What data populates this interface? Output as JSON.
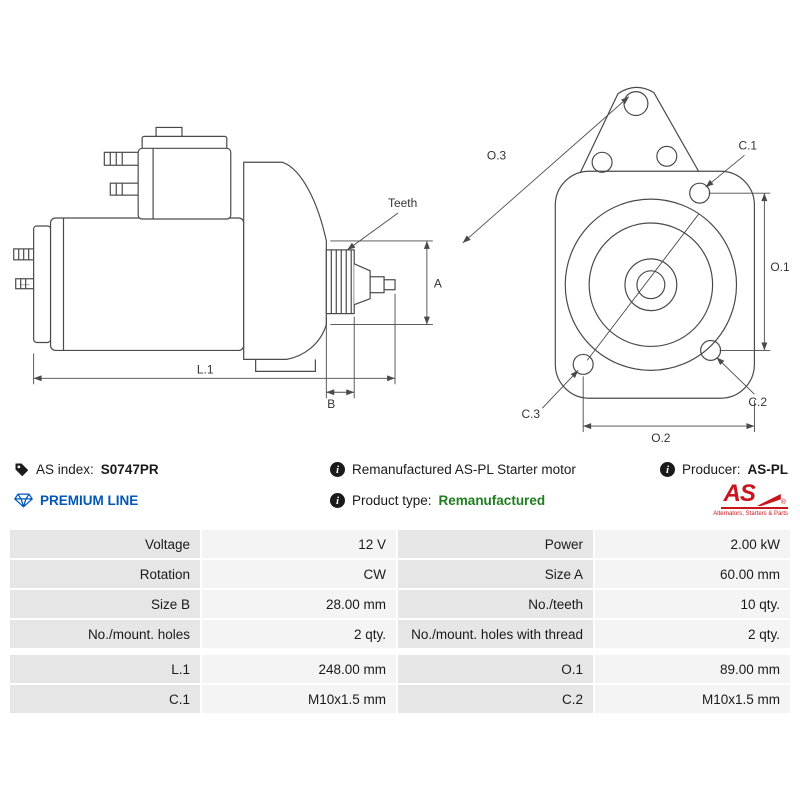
{
  "info": {
    "as_index": {
      "label": "AS index:",
      "value": "S0747PR"
    },
    "description": "Remanufactured AS-PL Starter motor",
    "producer": {
      "label": "Producer:",
      "value": "AS-PL"
    },
    "premium_line": "PREMIUM LINE",
    "product_type": {
      "label": "Product type:",
      "value": "Remanufactured"
    },
    "logo": {
      "text": "AS",
      "reg": "®",
      "subtext": "Alternators, Starters & Parts"
    }
  },
  "diagram": {
    "labels": {
      "teeth": "Teeth",
      "a": "A",
      "b": "B",
      "l1": "L.1",
      "o1": "O.1",
      "o2": "O.2",
      "o3": "O.3",
      "c1": "C.1",
      "c2": "C.2",
      "c3": "C.3"
    }
  },
  "colors": {
    "accent_blue": "#0057b8",
    "accent_green": "#1e7d1e",
    "logo_red": "#c8161d",
    "table_label_bg": "#e6e6e6",
    "table_value_bg": "#f4f4f4",
    "diagram_stroke": "#4a4a4a"
  },
  "table": {
    "rows": [
      [
        "Voltage",
        "12 V",
        "Power",
        "2.00 kW"
      ],
      [
        "Rotation",
        "CW",
        "Size A",
        "60.00 mm"
      ],
      [
        "Size B",
        "28.00 mm",
        "No./teeth",
        "10 qty."
      ],
      [
        "No./mount. holes",
        "2 qty.",
        "No./mount. holes with thread",
        "2 qty."
      ],
      [
        "L.1",
        "248.00 mm",
        "O.1",
        "89.00 mm"
      ],
      [
        "C.1",
        "M10x1.5 mm",
        "C.2",
        "M10x1.5 mm"
      ]
    ]
  }
}
